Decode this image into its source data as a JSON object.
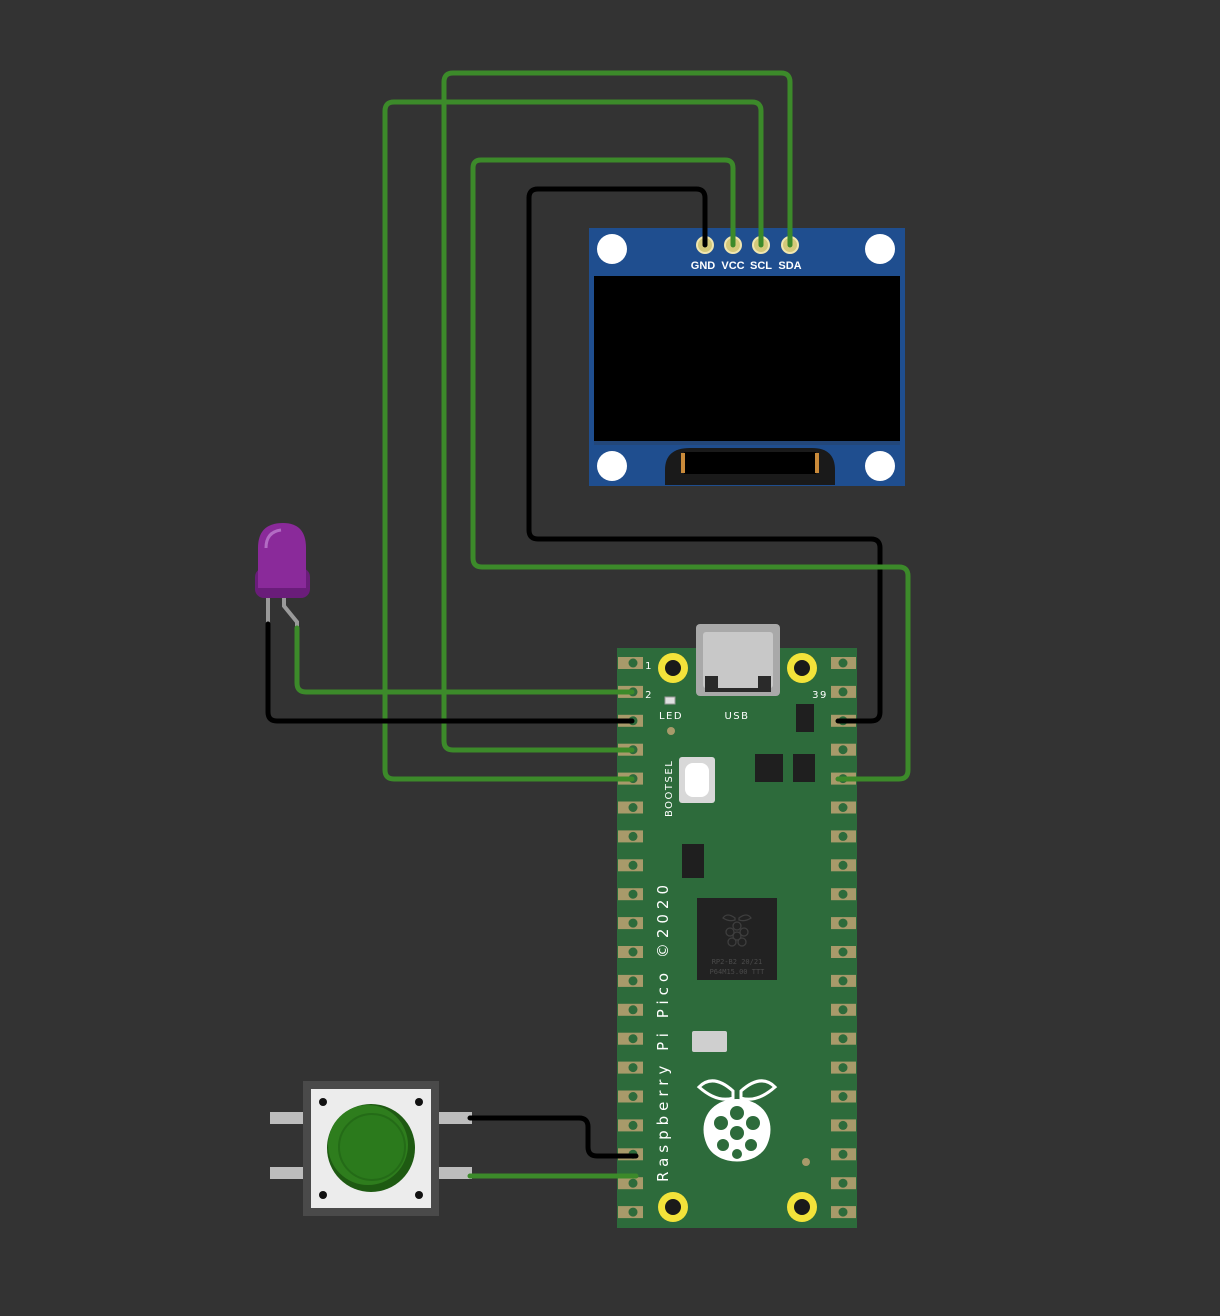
{
  "oled": {
    "pins": [
      "GND",
      "VCC",
      "SCL",
      "SDA"
    ]
  },
  "pico": {
    "pin_num_1": "1",
    "pin_num_2": "2",
    "pin_num_39": "39",
    "led_label": "LED",
    "usb_label": "USB",
    "bootsel_label": "BOOTSEL",
    "brand_label": "Raspberry Pi Pico ©2020",
    "chip_text_1": "RP2-B2   20/21",
    "chip_text_2": "P64M15.00 TTT"
  },
  "colors": {
    "background": "#333333",
    "wire_green": "#3c8a2a",
    "wire_black": "#000000",
    "pcb_green": "#2d6b3b",
    "oled_board": "#1f4e8f",
    "led_purple": "#8a2a9a",
    "button_green": "#2e7d1d",
    "mount_hole_yellow": "#f3e33a"
  },
  "icons": [
    "raspberry-logo-icon"
  ]
}
